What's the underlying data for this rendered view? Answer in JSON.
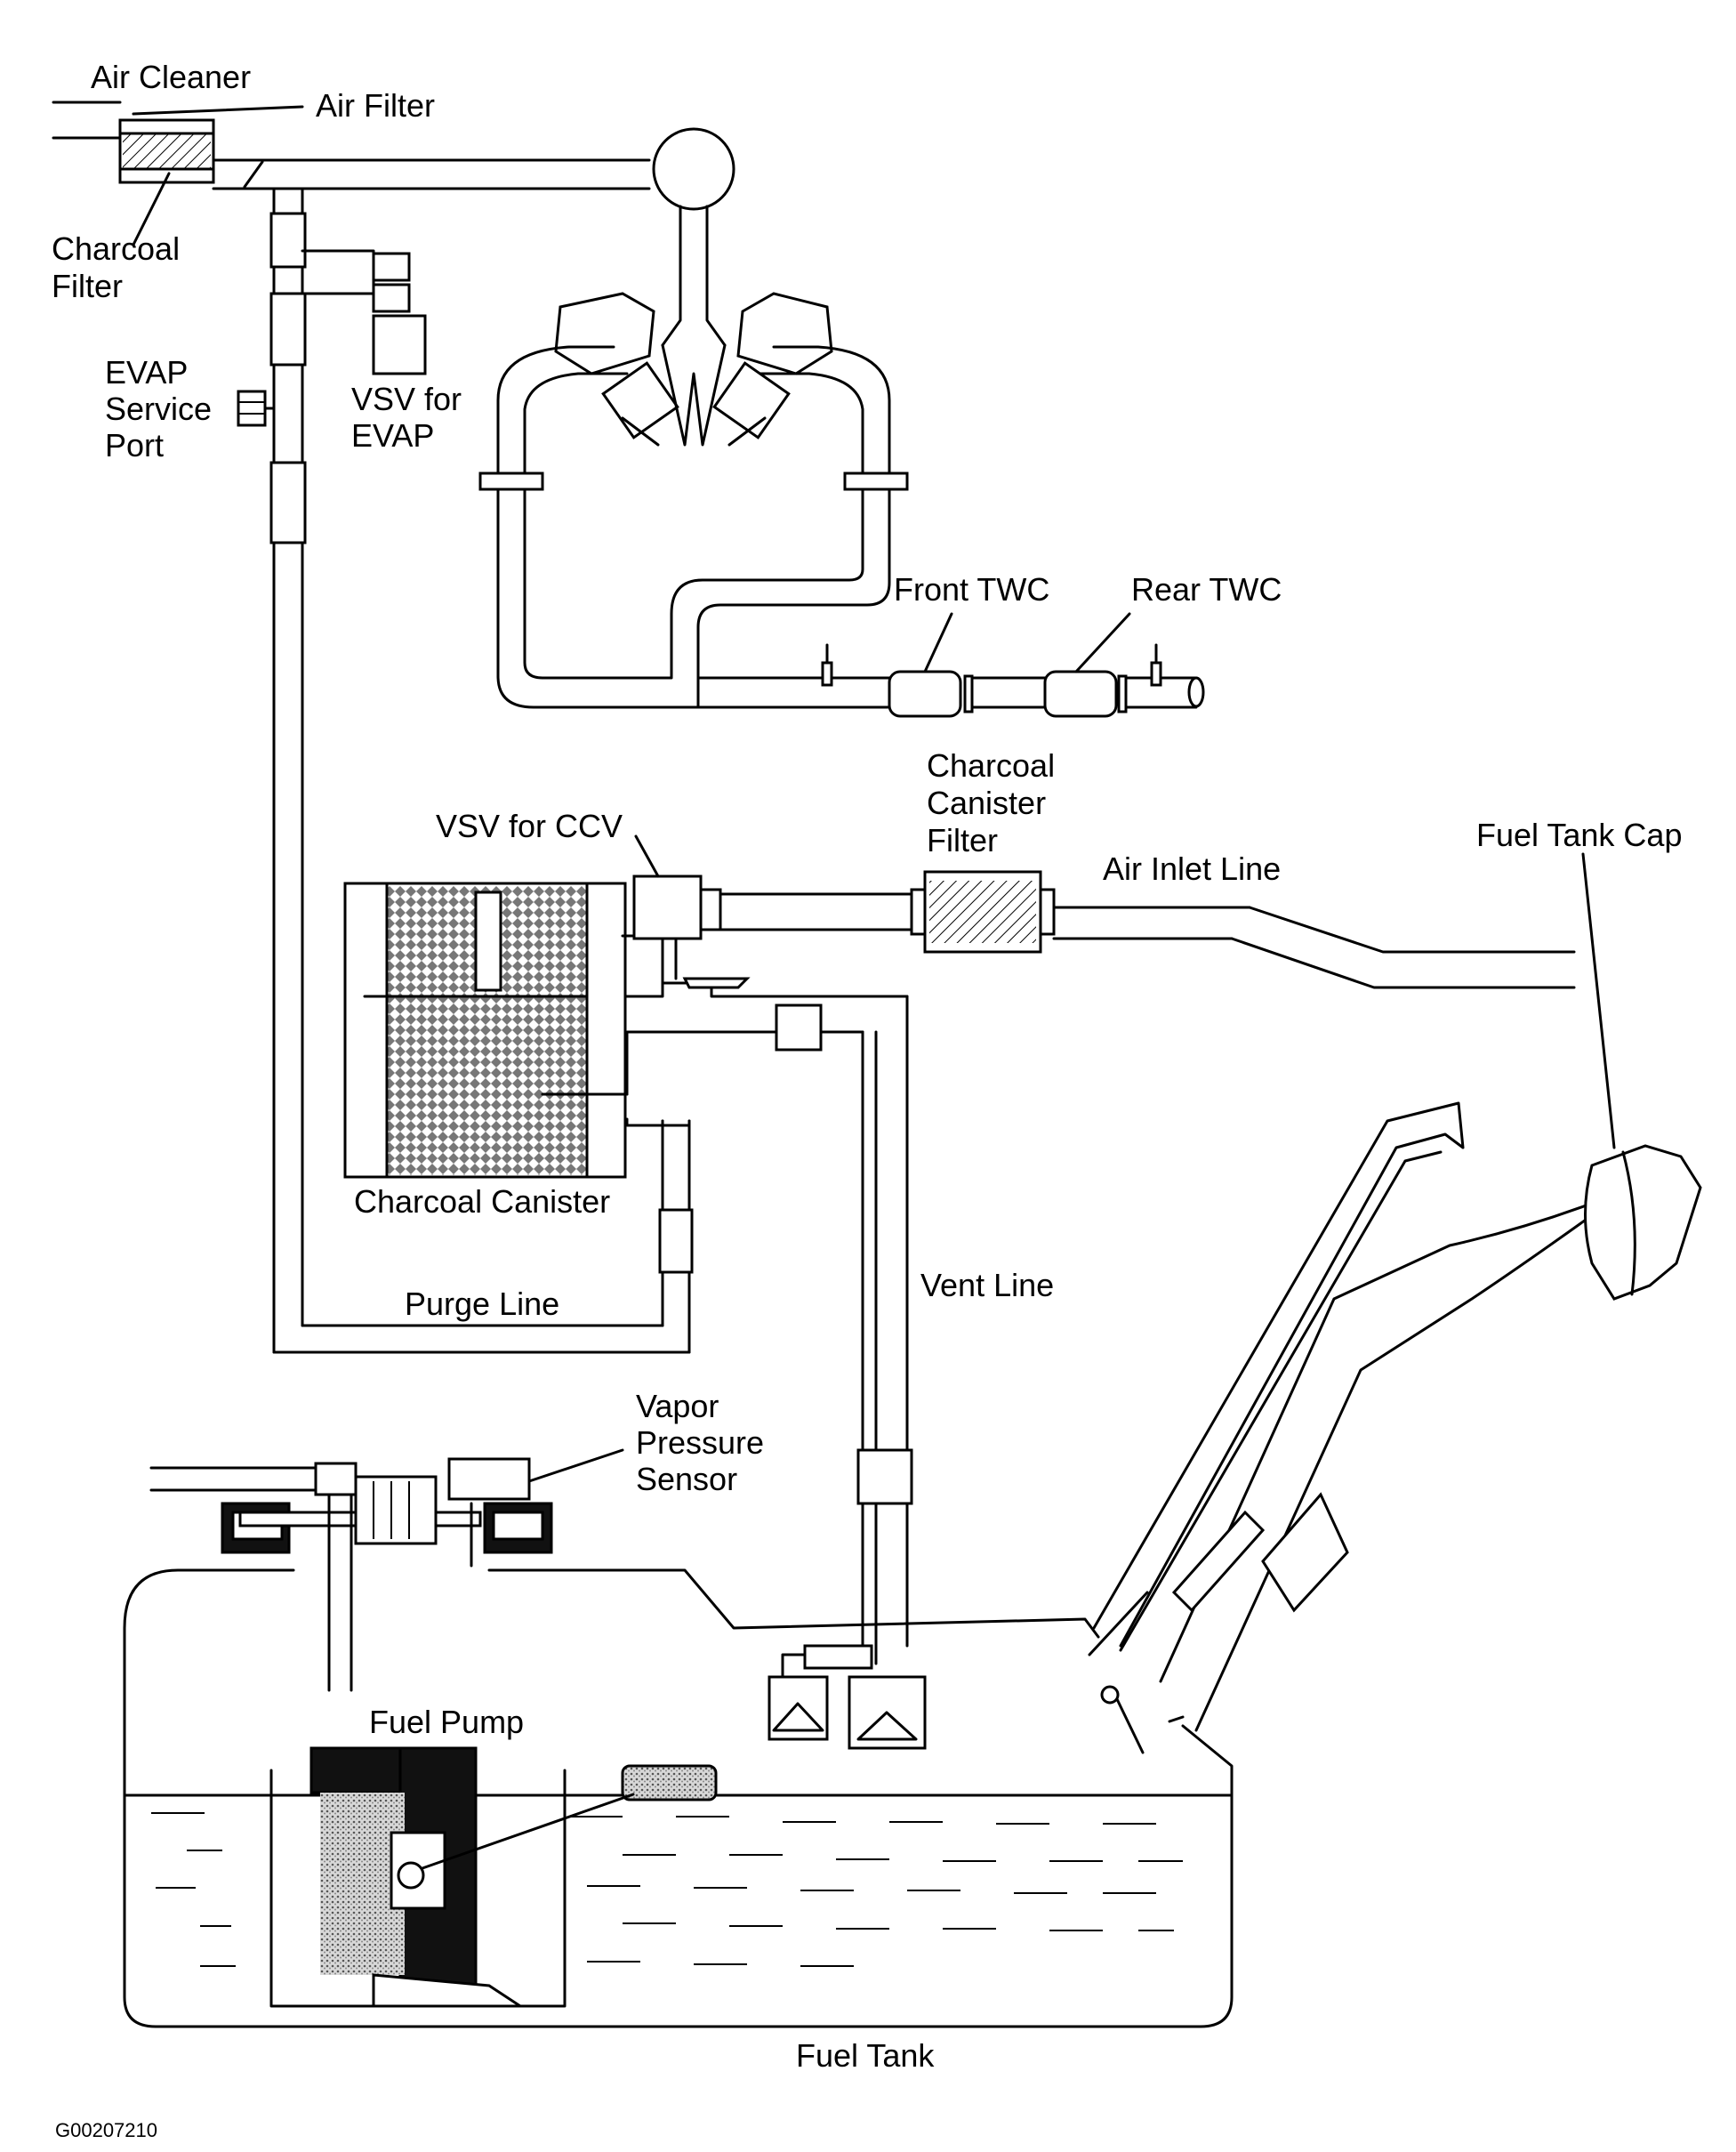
{
  "labels": {
    "air_cleaner": "Air Cleaner",
    "air_filter": "Air Filter",
    "charcoal_filter_1": "Charcoal",
    "charcoal_filter_2": "Filter",
    "evap_port_1": "EVAP",
    "evap_port_2": "Service",
    "evap_port_3": "Port",
    "vsv_evap_1": "VSV for",
    "vsv_evap_2": "EVAP",
    "front_twc": "Front TWC",
    "rear_twc": "Rear TWC",
    "canister_filter_1": "Charcoal",
    "canister_filter_2": "Canister",
    "canister_filter_3": "Filter",
    "vsv_ccv": "VSV for CCV",
    "air_inlet_line": "Air Inlet Line",
    "fuel_tank_cap": "Fuel Tank Cap",
    "charcoal_canister": "Charcoal Canister",
    "purge_line": "Purge Line",
    "vent_line": "Vent Line",
    "vapor_sensor_1": "Vapor",
    "vapor_sensor_2": "Pressure",
    "vapor_sensor_3": "Sensor",
    "fuel_pump": "Fuel Pump",
    "fuel_tank": "Fuel Tank"
  },
  "figure_code": "G00207210"
}
